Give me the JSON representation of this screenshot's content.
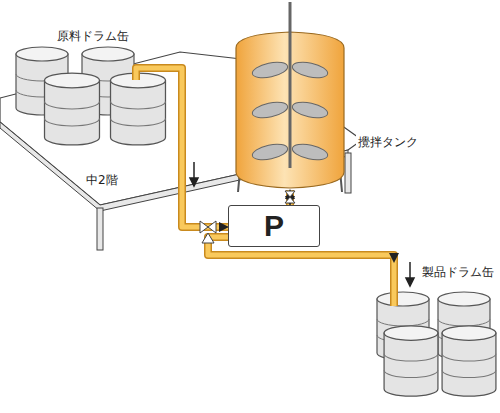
{
  "diagram": {
    "nodes": [
      {
        "text": [
          "原料ドラム缶"
        ]
      },
      {
        "text": [
          "攪拌タンク"
        ]
      },
      {
        "text": [
          "P"
        ]
      },
      {
        "text": [
          "製品ドラム缶"
        ]
      }
    ],
    "edges": [
      {
        "from": 0,
        "to": 2,
        "arrow": "to"
      },
      {
        "from": 2,
        "to": 1,
        "arrow": "both"
      },
      {
        "from": 2,
        "to": 3,
        "arrow": "to"
      }
    ],
    "labels": [
      "中2階"
    ]
  }
}
